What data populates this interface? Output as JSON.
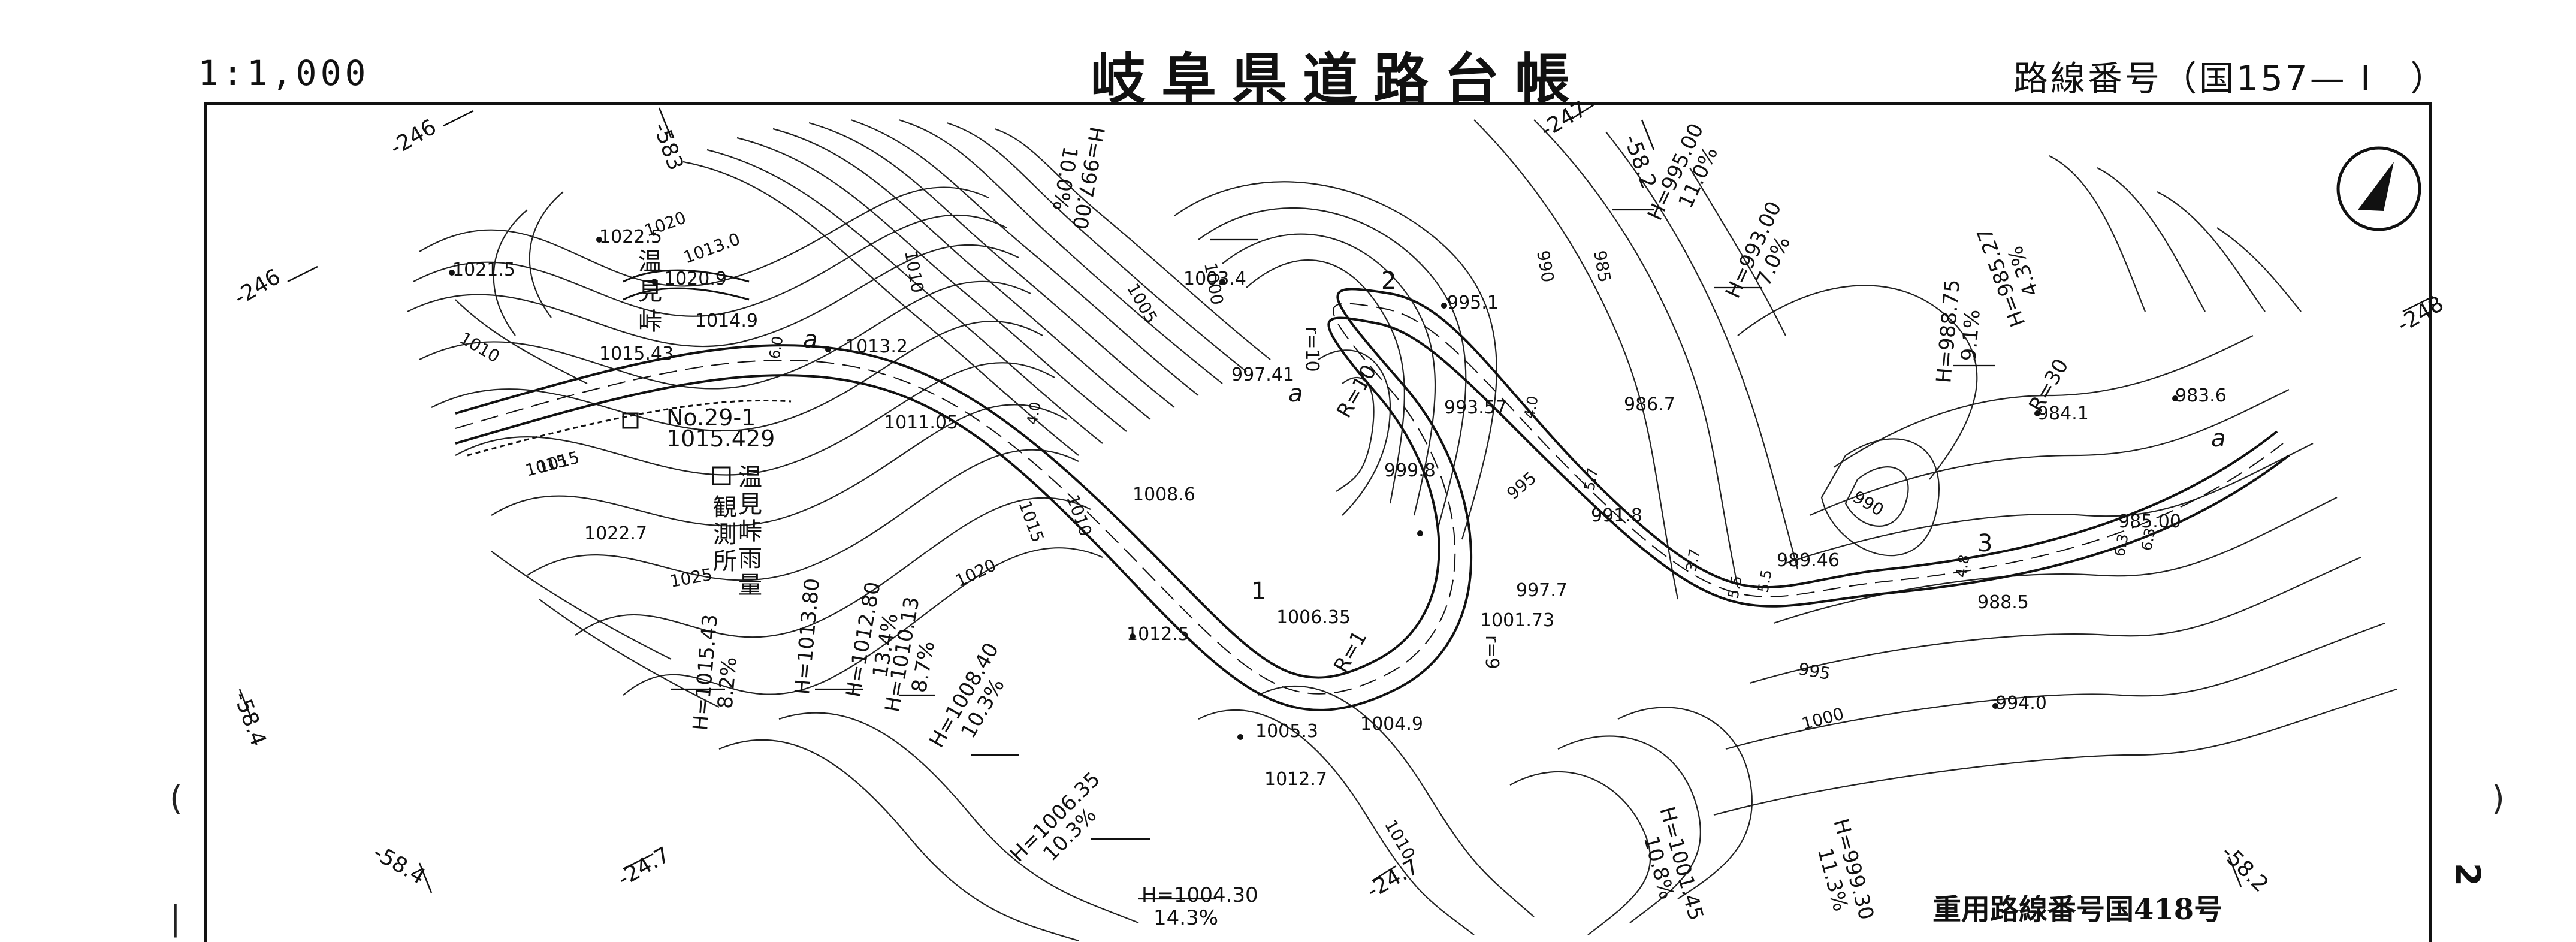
{
  "header": {
    "scale": "1:1,000",
    "title": "岐阜県道路台帳",
    "route_number": "路線番号（国157— Ⅰ　）"
  },
  "footer": {
    "overlap_route": "重用路線番号国418号",
    "sheet_number": "2"
  },
  "map": {
    "grid_labels": [
      "-246",
      "-583",
      "-246",
      "-247",
      "-58.2",
      "-248",
      "-58.4",
      "-58.4",
      "-24.7",
      "-24.7",
      "-58.2"
    ],
    "station_labels": [
      "a",
      "a",
      "1",
      "2",
      "3",
      "a"
    ],
    "curve_labels": [
      "R=10",
      "R=1",
      "R=30",
      "r=10",
      "r=9"
    ],
    "spot_heights": [
      "1021.5",
      "1022.5",
      "1020.9",
      "1014.9",
      "1015.43",
      "1013.2",
      "1003.4",
      "995.1",
      "997.41",
      "993.57",
      "986.7",
      "984.1",
      "983.6",
      "1011.05",
      "1008.6",
      "999.8",
      "991.8",
      "989.46",
      "985.00",
      "988.5",
      "1022.7",
      "1012.5",
      "1006.35",
      "1001.73",
      "997.7",
      "1005.3",
      "1004.9",
      "1012.7",
      "994.0"
    ],
    "contour_labels": [
      "1020",
      "1010",
      "1005",
      "1000",
      "990",
      "985",
      "1015",
      "1025",
      "1020",
      "1015",
      "1010",
      "995",
      "990",
      "995",
      "1000",
      "1010",
      "1013.0",
      "1015",
      "1010"
    ],
    "benchmark": [
      "No.29-1",
      "1015.429"
    ],
    "place_names": [
      "温",
      "見",
      "峠"
    ],
    "station_building": [
      "観",
      "測",
      "所",
      "温",
      "見",
      "峠",
      "雨",
      "量"
    ],
    "grade_labels": [
      {
        "h": "H=1015.43",
        "g": "8.2%"
      },
      {
        "h": "H=1013.80",
        "g": ""
      },
      {
        "h": "H=1012.80",
        "g": "13.4%"
      },
      {
        "h": "H=1010.13",
        "g": "8.7%"
      },
      {
        "h": "H=1008.40",
        "g": "10.3%"
      },
      {
        "h": "H=1006.35",
        "g": "10.3%"
      },
      {
        "h": "H=1004.30",
        "g": "14.3%"
      },
      {
        "h": "H=997.00",
        "g": "10.0%"
      },
      {
        "h": "H=995.00",
        "g": "11.0%"
      },
      {
        "h": "H=993.00",
        "g": "7.0%"
      },
      {
        "h": "H=988.75",
        "g": "9.1%"
      },
      {
        "h": "H=985.27",
        "g": "4.3%"
      },
      {
        "h": "H=1001.45",
        "g": "10.8%"
      },
      {
        "h": "H=999.30",
        "g": "11.3%"
      }
    ],
    "road_widths": [
      "6.0",
      "4.0",
      "4.0",
      "5.7",
      "3.7",
      "5.5",
      "5.5",
      "4.8",
      "6.3",
      "6.3"
    ],
    "north_arrow": "north-arrow"
  }
}
